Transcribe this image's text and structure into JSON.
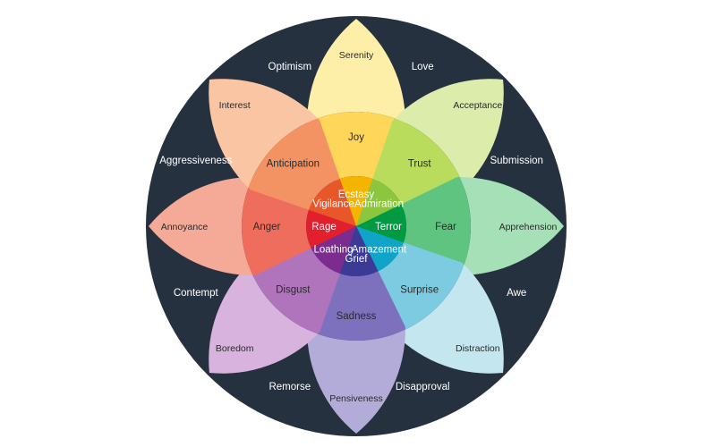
{
  "colors": {
    "background": "#ffffff",
    "disc": "#26313f",
    "outer_label": "#ffffff",
    "petal_text": "#2a2a2a",
    "center_text": "#ffffff"
  },
  "petals": [
    {
      "name": "joy",
      "bands": [
        "Serenity",
        "Joy",
        "Ecstasy"
      ],
      "colors": [
        "#fdeea8",
        "#fdd65a",
        "#f4b400"
      ]
    },
    {
      "name": "trust",
      "bands": [
        "Acceptance",
        "Trust",
        "Admiration"
      ],
      "colors": [
        "#dcecaa",
        "#b9dc5c",
        "#8cc63f"
      ]
    },
    {
      "name": "fear",
      "bands": [
        "Apprehension",
        "Fear",
        "Terror"
      ],
      "colors": [
        "#a6e0b6",
        "#5ec47f",
        "#009a43"
      ]
    },
    {
      "name": "surprise",
      "bands": [
        "Distraction",
        "Surprise",
        "Amazement"
      ],
      "colors": [
        "#c4e6ef",
        "#7ccbe0",
        "#0fa4c8"
      ]
    },
    {
      "name": "sadness",
      "bands": [
        "Pensiveness",
        "Sadness",
        "Grief"
      ],
      "colors": [
        "#b3acd9",
        "#7d71bd",
        "#3b3a97"
      ]
    },
    {
      "name": "disgust",
      "bands": [
        "Boredom",
        "Disgust",
        "Loathing"
      ],
      "colors": [
        "#d8b3dd",
        "#b074bc",
        "#7c2b8f"
      ]
    },
    {
      "name": "anger",
      "bands": [
        "Annoyance",
        "Anger",
        "Rage"
      ],
      "colors": [
        "#f5aa98",
        "#ee6d5d",
        "#e21f2d"
      ]
    },
    {
      "name": "anticipation",
      "bands": [
        "Interest",
        "Anticipation",
        "Vigilance"
      ],
      "colors": [
        "#f9c5a2",
        "#f39262",
        "#e8572a"
      ]
    }
  ],
  "dyads": [
    "Love",
    "Submission",
    "Awe",
    "Disapproval",
    "Remorse",
    "Contempt",
    "Aggressiveness",
    "Optimism"
  ]
}
